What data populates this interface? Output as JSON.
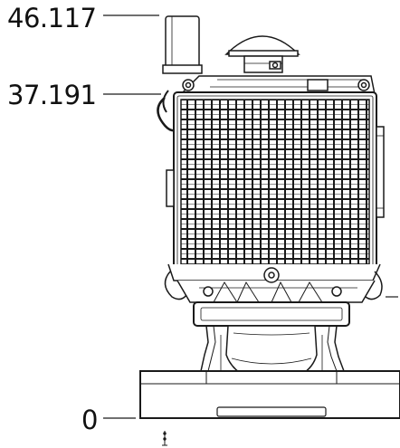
{
  "dimensions": {
    "top_height_label": "46.117",
    "radiator_top_label": "37.191",
    "base_label": "0"
  },
  "colors": {
    "line": "#1a1a1a",
    "background": "#ffffff"
  }
}
